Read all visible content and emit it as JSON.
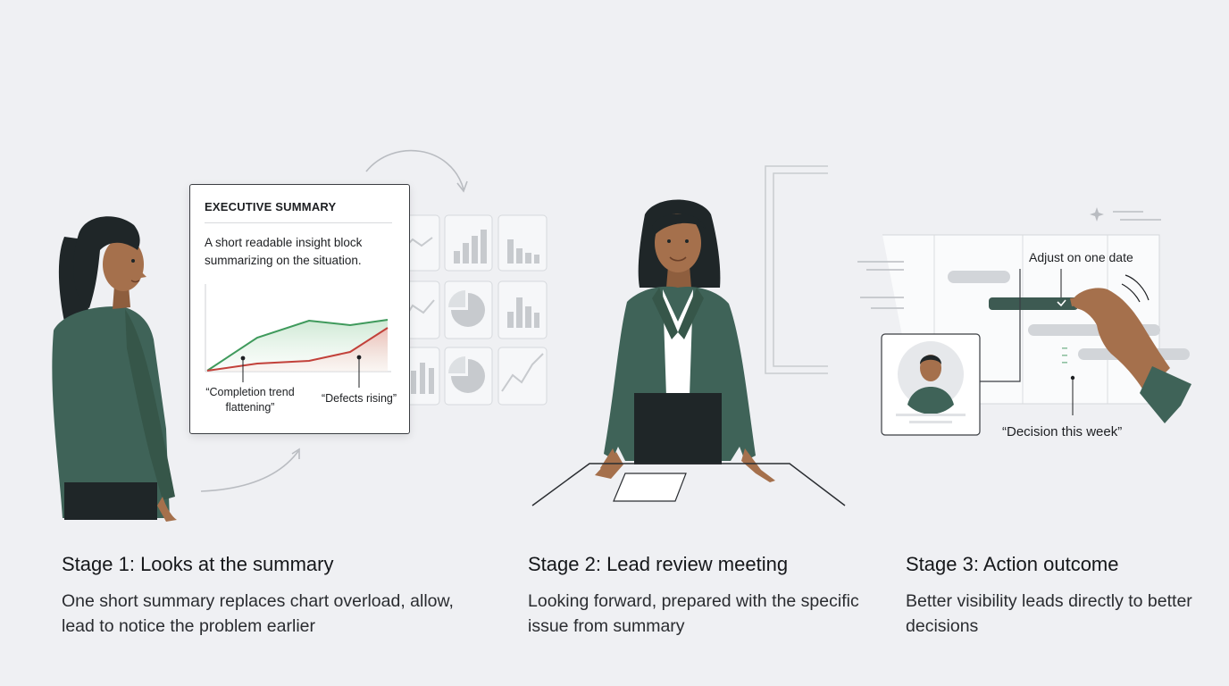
{
  "summary_card": {
    "title": "EXECUTIVE SUMMARY",
    "body": "A short readable insight block summarizing on the situation.",
    "annotation_completion": "“Completion trend flattening”",
    "annotation_defects": "“Defects rising”"
  },
  "stage3_labels": {
    "adjust": "Adjust on one date",
    "decision": "“Decision this week”"
  },
  "stages": [
    {
      "title": "Stage 1: Looks at the summary",
      "description": "One short summary replaces chart overload, allow, lead to notice the problem earlier"
    },
    {
      "title": "Stage 2: Lead review meeting",
      "description": "Looking forward, prepared with the specific issue from summary"
    },
    {
      "title": "Stage 3: Action outcome",
      "description": "Better visibility leads directly to better decisions"
    }
  ],
  "colors": {
    "background": "#eff0f3",
    "jacket": "#3f6358",
    "skin": "#a5704c",
    "hair": "#1f2628",
    "trend_green": "#3f9a5c",
    "trend_red": "#c2413a",
    "timeline_bar": "#3d5a52"
  },
  "icons": [
    "curved-arrow-icon",
    "sparkle-icon",
    "avatar-icon",
    "checkmark-icon"
  ]
}
